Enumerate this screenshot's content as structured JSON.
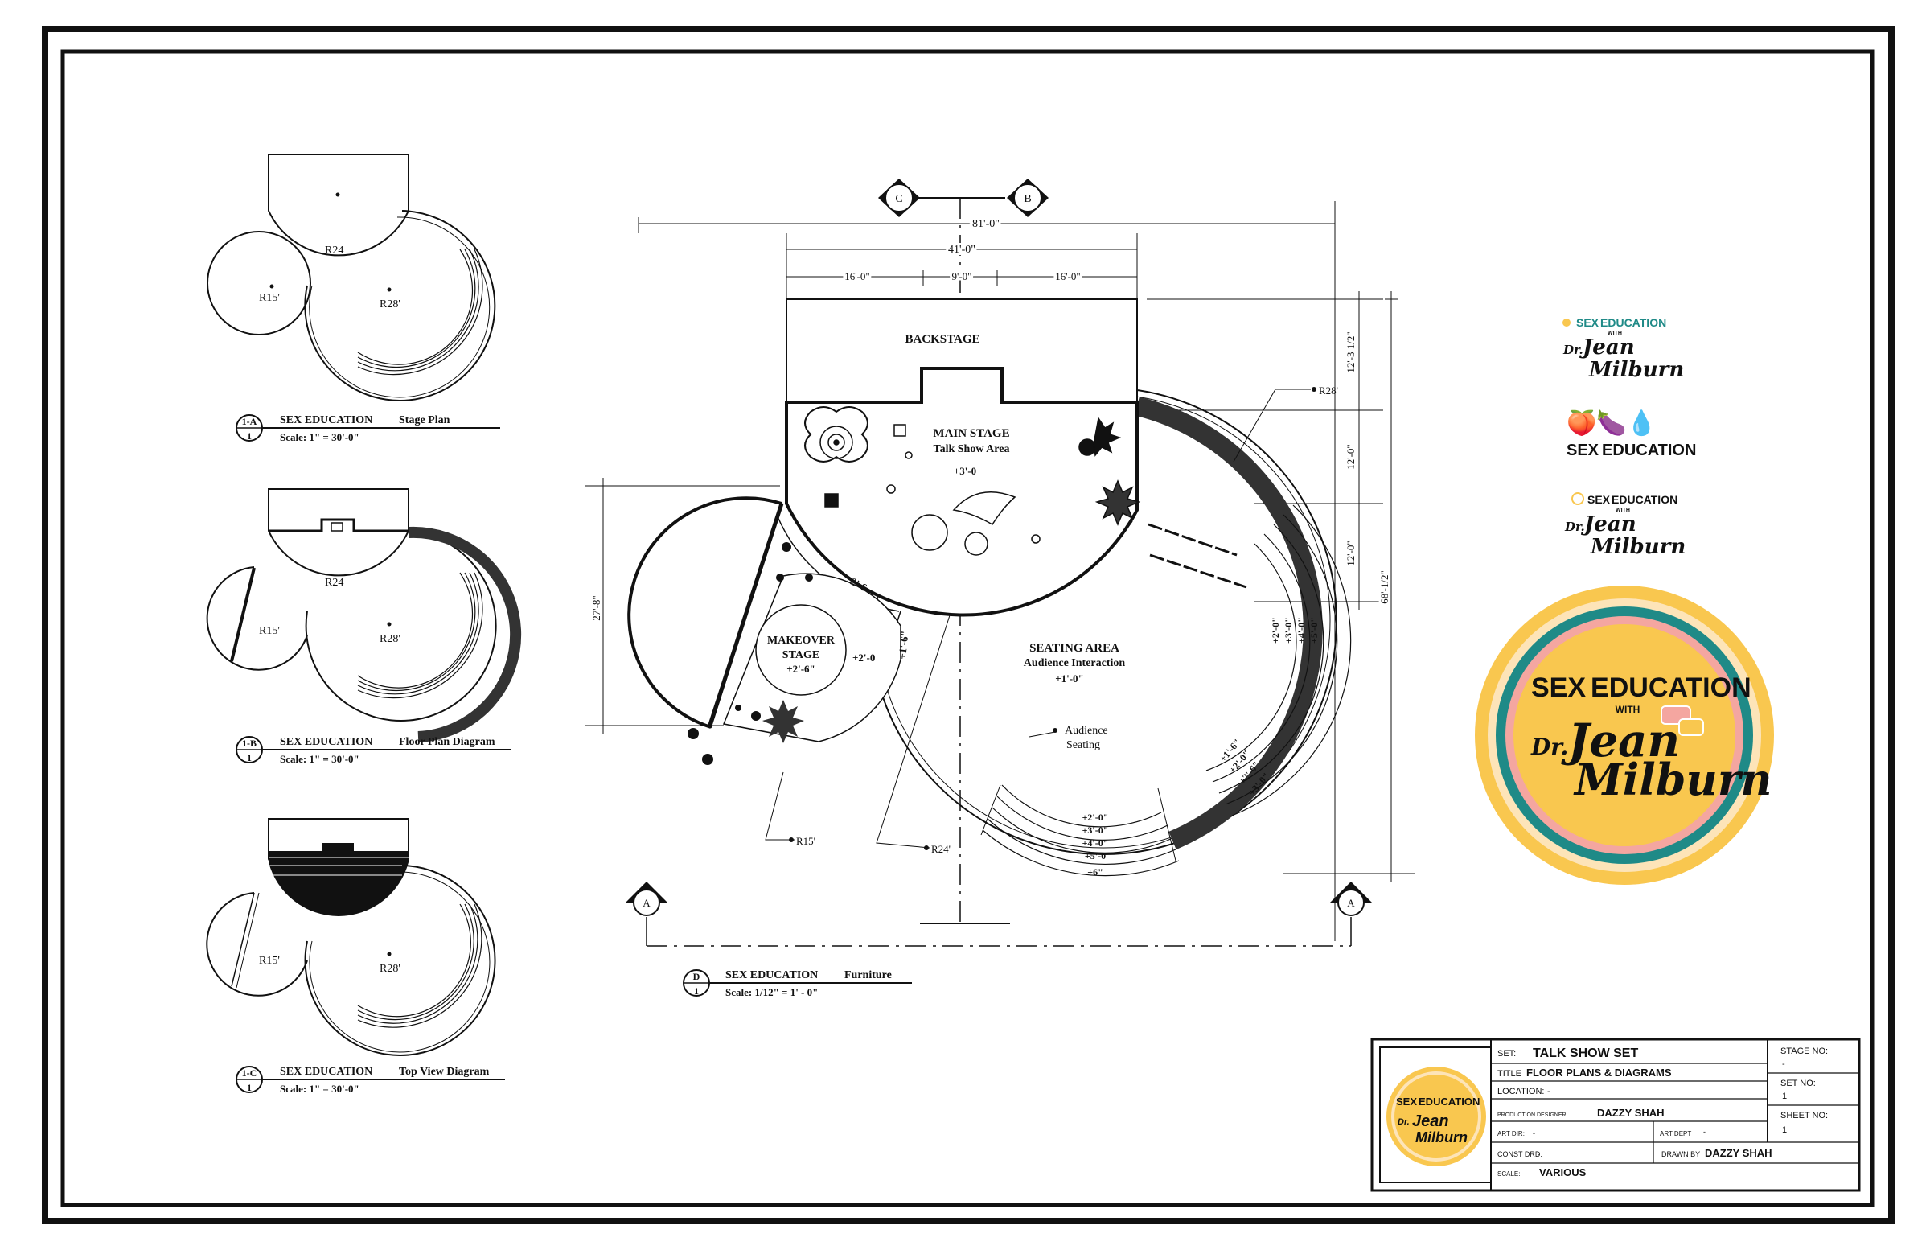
{
  "mini_plans": [
    {
      "code": "1-A",
      "num": "1",
      "title": "SEX EDUCATION",
      "subtitle": "Stage Plan",
      "scale": "Scale:   1\" = 30'-0\"",
      "r24": "R24",
      "r15": "R15'",
      "r28": "R28'"
    },
    {
      "code": "1-B",
      "num": "1",
      "title": "SEX EDUCATION",
      "subtitle": "Floor Plan Diagram",
      "scale": "Scale:   1\" = 30'-0\"",
      "r24": "R24",
      "r15": "R15'",
      "r28": "R28'"
    },
    {
      "code": "1-C",
      "num": "1",
      "title": "SEX EDUCATION",
      "subtitle": "Top View Diagram",
      "scale": "Scale:   1\" = 30'-0\"",
      "r15": "R15'",
      "r28": "R28'"
    }
  ],
  "main_plan": {
    "code": "D",
    "num": "1",
    "title": "SEX EDUCATION",
    "subtitle": "Furniture",
    "scale": "Scale:   1/12\" = 1' - 0\"",
    "section_c": "C",
    "section_b": "B",
    "section_a": "A",
    "dims": {
      "total": "81'-0\"",
      "mid": "41'-0\"",
      "left": "16'-0\"",
      "center": "9'-0\"",
      "right": "16'-0\"",
      "v1": "12'-3 1/2\"",
      "v2": "12'-0\"",
      "v3": "12'-0\"",
      "v_total": "68'-1/2\"",
      "v_left": "27'-8\""
    },
    "backstage": "BACKSTAGE",
    "main_stage": "MAIN STAGE",
    "main_stage_sub": "Talk Show Area",
    "main_stage_elev": "+3'-0",
    "makeover": "MAKEOVER",
    "makeover2": "STAGE",
    "makeover_elev": "+2'-6\"",
    "ring_a": "+2'-6",
    "ring_b": "+2'-0",
    "ring_c": "+1'-6\"",
    "seating": "SEATING AREA",
    "seating_sub": "Audience Interaction",
    "seating_elev": "+1'-0\"",
    "audience": "Audience",
    "audience2": "Seating",
    "r28": "R28'",
    "r15": "R15'",
    "r24": "R24'",
    "tiers_right": [
      "+2'-0\"",
      "+3'-0\"",
      "+4'-0\"",
      "+5'-0\""
    ],
    "tiers_bottom": [
      "+2'-0\"",
      "+3'-0\"",
      "+4'-0\"",
      "+5'-0",
      "+6\""
    ],
    "tiers_br": [
      "+1'-6\"",
      "+2'-0\"",
      "+2'-6\"",
      "+3'-0\""
    ]
  },
  "logos": {
    "brand_a": "SEX",
    "brand_b": "EDUCATION",
    "with": "WITH",
    "dr": "Dr.",
    "jean": "Jean",
    "milburn": "Milburn",
    "emoji": "🍑🍆💧"
  },
  "title_block": {
    "set_label": "SET:",
    "set_value": "TALK SHOW SET",
    "title_label": "TITLE",
    "title_value": "FLOOR PLANS & DIAGRAMS",
    "location_label": "LOCATION:",
    "location_value": "-",
    "prod_label": "PRODUCTION DESIGNER",
    "prod_value": "DAZZY  SHAH",
    "art_dir_label": "ART DIR:",
    "art_dir_value": "-",
    "art_dept_label": "ART DEPT",
    "art_dept_value": "-",
    "const_label": "CONST DRD:",
    "const_value": "-",
    "drawn_label": "DRAWN BY",
    "drawn_value": "DAZZY  SHAH",
    "scale_label": "SCALE:",
    "scale_value": "VARIOUS",
    "stage_no_label": "STAGE NO:",
    "stage_no_value": "-",
    "set_no_label": "SET NO:",
    "set_no_value": "1",
    "sheet_no_label": "SHEET NO:",
    "sheet_no_value": "1"
  },
  "colors": {
    "ink": "#111111",
    "teal": "#1f8a87",
    "orange": "#f05a28",
    "yellow": "#f9c74f",
    "pink": "#f4a6a0",
    "cream": "#fde4b8"
  }
}
